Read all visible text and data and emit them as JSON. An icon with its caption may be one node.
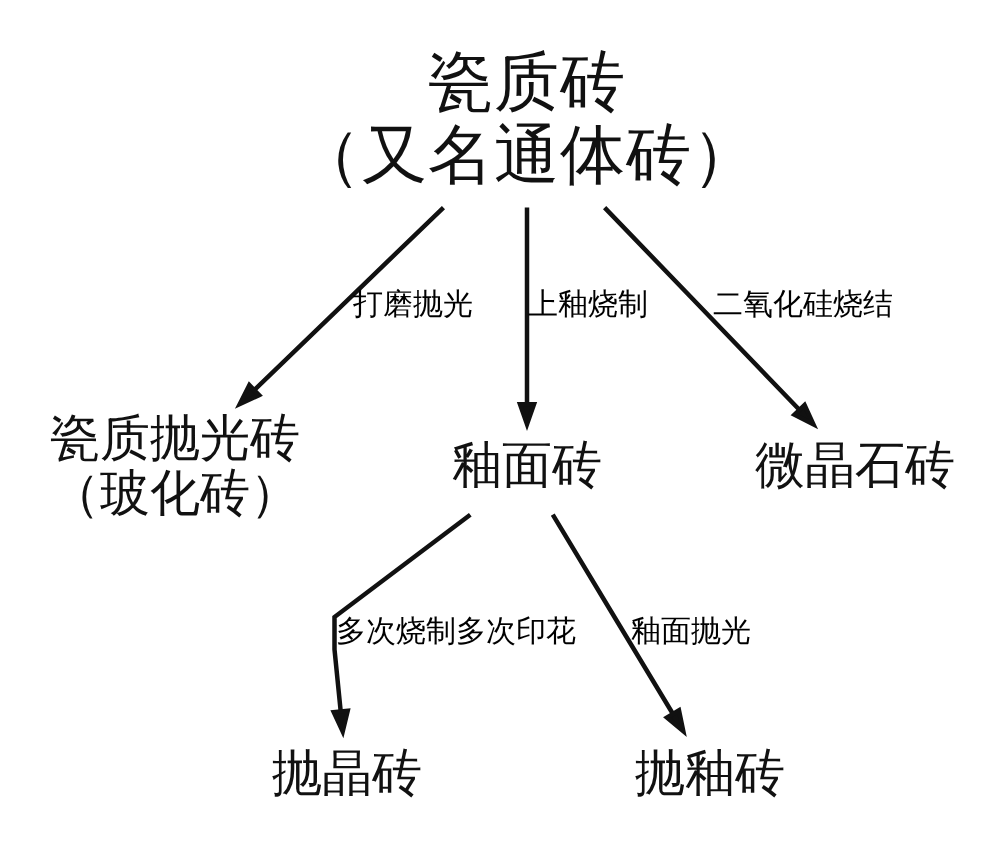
{
  "diagram": {
    "nodes": [
      {
        "text": [
          "瓷质砖",
          "（又名通体砖）"
        ]
      },
      {
        "text": [
          "瓷质抛光砖",
          "（玻化砖）"
        ]
      },
      {
        "text": [
          "釉面砖"
        ]
      },
      {
        "text": [
          "微晶石砖"
        ]
      },
      {
        "text": [
          "抛晶砖"
        ]
      },
      {
        "text": [
          "抛釉砖"
        ]
      }
    ],
    "edges": [
      {
        "from": 0,
        "to": 1,
        "arrow": "to",
        "label": "打磨抛光"
      },
      {
        "from": 0,
        "to": 2,
        "arrow": "to",
        "label": "上釉烧制"
      },
      {
        "from": 0,
        "to": 3,
        "arrow": "to",
        "label": "二氧化硅烧结"
      },
      {
        "from": 2,
        "to": 4,
        "arrow": "to",
        "label": "多次烧制多次印花"
      },
      {
        "from": 2,
        "to": 5,
        "arrow": "to",
        "label": "釉面抛光"
      }
    ]
  }
}
